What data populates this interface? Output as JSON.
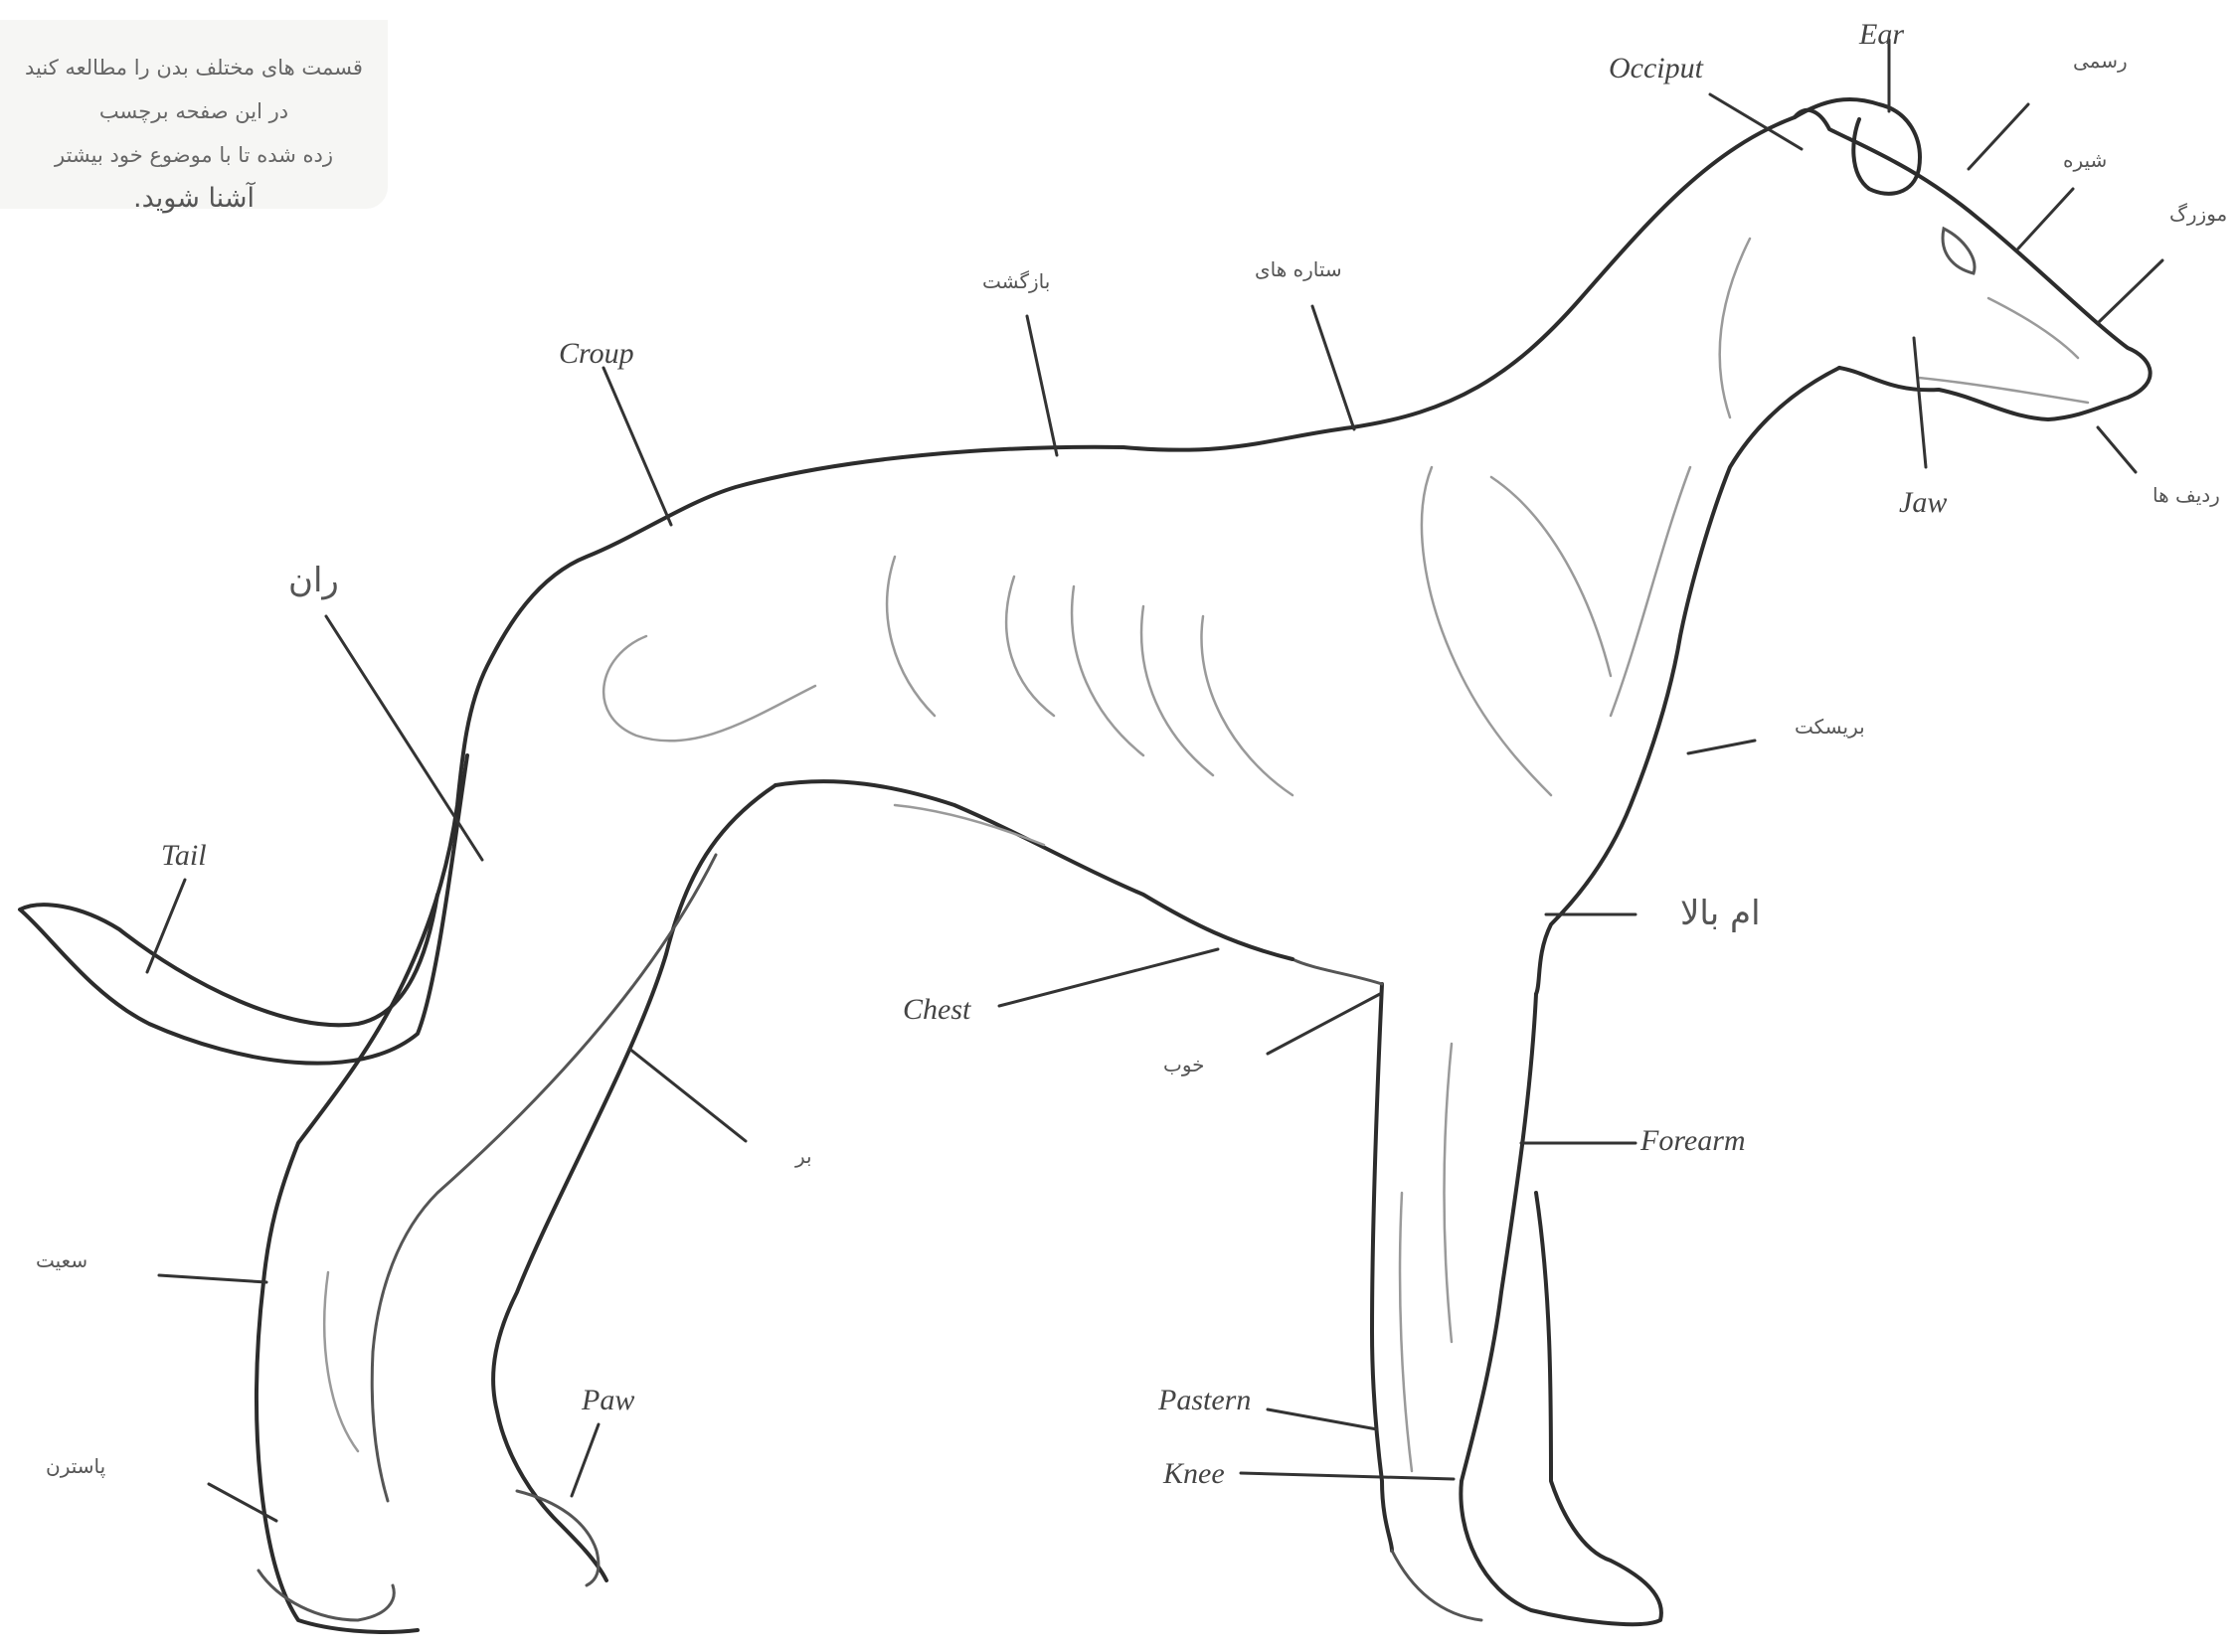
{
  "note": {
    "lines": [
      "قسمت های مختلف بدن را مطالعه کنید",
      "در این صفحه برچسب",
      "زده شده تا با موضوع خود بیشتر",
      "آشنا شوید."
    ]
  },
  "labels": {
    "ear": "Ear",
    "occiput": "Occiput",
    "croup": "Croup",
    "tail": "Tail",
    "chest": "Chest",
    "jaw": "Jaw",
    "forearm": "Forearm",
    "paw": "Paw",
    "pastern": "Pastern",
    "knee": "Knee",
    "skull": "رسمی",
    "stop": "شیره",
    "muzzle": "موزرگ",
    "lips": "ردیف ها",
    "loin": "بازگشت",
    "withers": "ستاره های",
    "thigh": "ران",
    "brisket": "بریسکت",
    "upper_arm": "ام بالا",
    "elbow": "خوب",
    "stifle": "بر",
    "hock": "سعیت",
    "rear_pastern": "پاسترن"
  }
}
